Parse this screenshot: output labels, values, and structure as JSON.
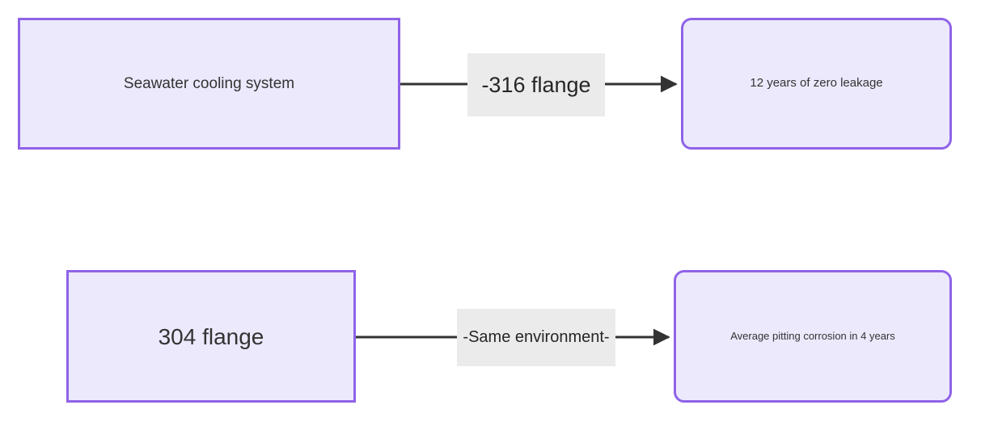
{
  "diagram": {
    "type": "flowchart",
    "direction": "left-to-right",
    "background": "#ffffff",
    "node_fill": "#ece9fd",
    "node_border": "#8f63e8",
    "edge_color": "#333333",
    "label_background": "#ebebeb",
    "text_color": "#333333",
    "nodes": [
      {
        "id": "seawater-cooling-system",
        "label": "Seawater cooling system",
        "shape": "rectangle",
        "row": "top",
        "column": "left"
      },
      {
        "id": "zero-leakage",
        "label": "12 years of zero leakage",
        "shape": "rounded-rectangle",
        "row": "top",
        "column": "right"
      },
      {
        "id": "304-flange",
        "label": "304 flange",
        "shape": "rectangle",
        "row": "bottom",
        "column": "left"
      },
      {
        "id": "pitting-corrosion",
        "label": "Average pitting corrosion in 4 years",
        "shape": "rounded-rectangle",
        "row": "bottom",
        "column": "right"
      }
    ],
    "edges": [
      {
        "id": "edge-316-flange",
        "from": "seawater-cooling-system",
        "to": "zero-leakage",
        "label": "-316 flange",
        "arrowhead": "filled-triangle"
      },
      {
        "id": "edge-same-environment",
        "from": "304-flange",
        "to": "pitting-corrosion",
        "label": "-Same environment-",
        "arrowhead": "filled-triangle"
      }
    ]
  }
}
